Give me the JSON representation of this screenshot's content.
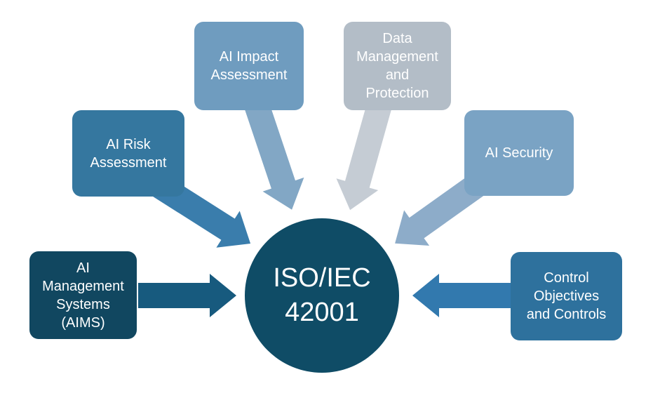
{
  "background": "#ffffff",
  "center": {
    "label": "ISO/IEC\n42001",
    "color": "#0f4c66",
    "text_color": "#ffffff"
  },
  "nodes": [
    {
      "id": "aims",
      "label": "AI\nManagement\nSystems\n(AIMS)",
      "color": "#114760",
      "arrow_color": "#175a7e"
    },
    {
      "id": "risk",
      "label": "AI Risk\nAssessment",
      "color": "#35779f",
      "arrow_color": "#3a7dac"
    },
    {
      "id": "impact",
      "label": "AI Impact\nAssessment",
      "color": "#6f9cbf",
      "arrow_color": "#82a7c5"
    },
    {
      "id": "data",
      "label": "Data\nManagement\nand\nProtection",
      "color": "#b3bdc7",
      "arrow_color": "#c5ccd4"
    },
    {
      "id": "security",
      "label": "AI Security",
      "color": "#7aa3c4",
      "arrow_color": "#8dacc9"
    },
    {
      "id": "control",
      "label": "Control\nObjectives\nand Controls",
      "color": "#2e719d",
      "arrow_color": "#3279ae"
    }
  ]
}
